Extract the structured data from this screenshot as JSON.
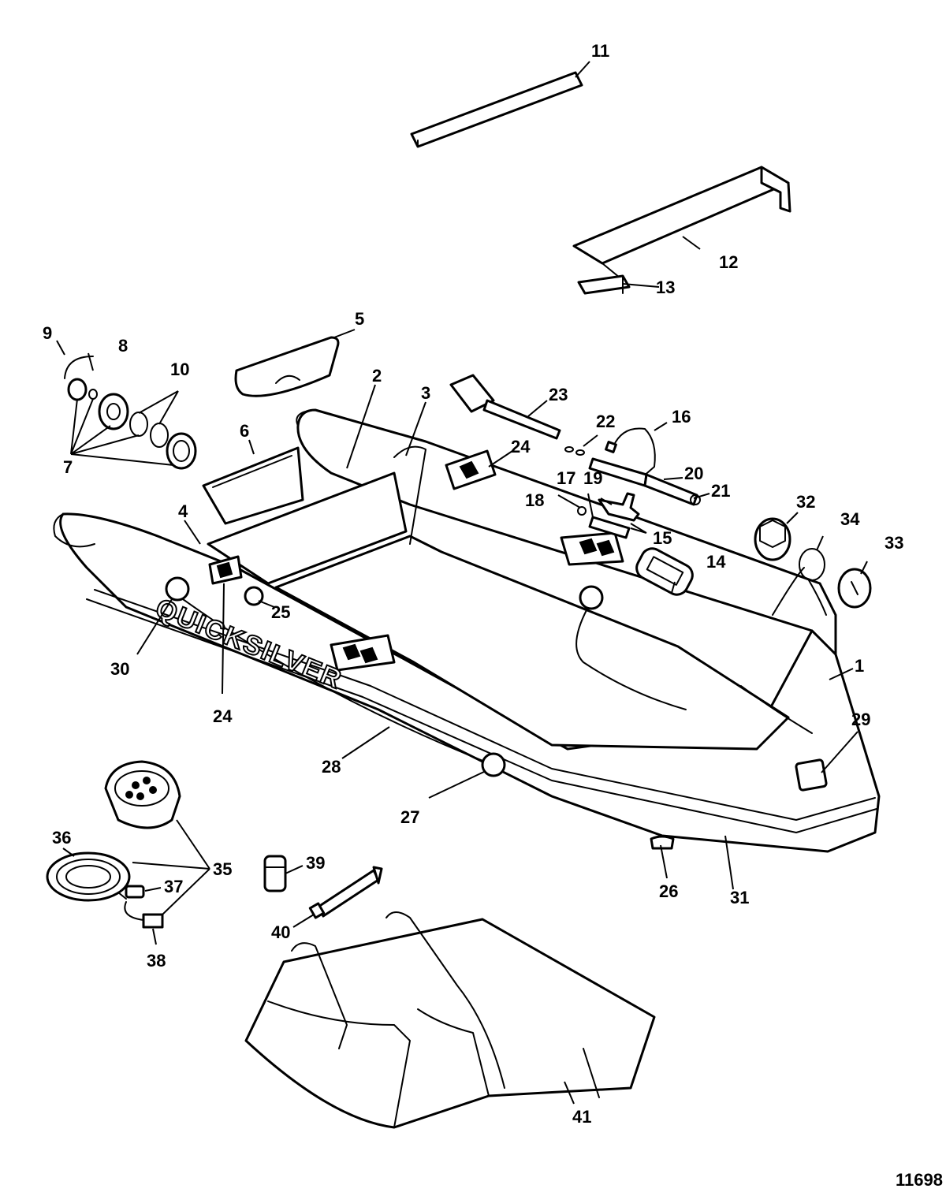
{
  "brand": "QUICKSILVER",
  "figure_number": "11698",
  "callouts": [
    "1",
    "2",
    "3",
    "4",
    "5",
    "6",
    "7",
    "8",
    "9",
    "10",
    "11",
    "12",
    "13",
    "14",
    "15",
    "16",
    "17",
    "18",
    "19",
    "20",
    "21",
    "22",
    "23",
    "24",
    "24",
    "25",
    "26",
    "27",
    "28",
    "29",
    "30",
    "31",
    "32",
    "33",
    "34",
    "35",
    "36",
    "37",
    "38",
    "39",
    "40",
    "41"
  ]
}
